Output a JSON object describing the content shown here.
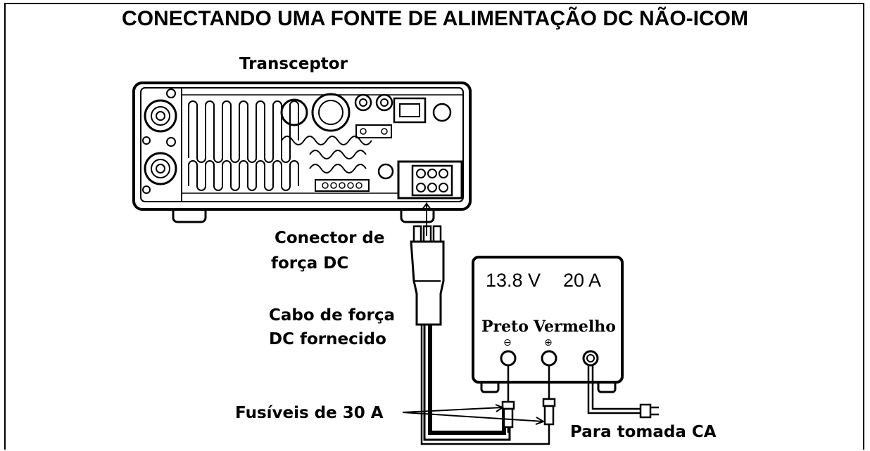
{
  "title": "CONECTANDO UMA FONTE DE ALIMENTAÇÃO DC NÃO-ICOM",
  "labels": {
    "transceiver": "Transceptor",
    "dc_connector_line1": "Conector de",
    "dc_connector_line2": "força DC",
    "cable_line1": "Cabo de força",
    "cable_line2": "DC fornecido",
    "fuses": "Fusíveis de 30 A",
    "ac_outlet": "Para tomada CA"
  },
  "power_supply": {
    "voltage": "13.8 V",
    "current": "20 A",
    "black_terminal": "Preto",
    "red_terminal": "Vermelho",
    "minus_symbol": "⊖",
    "plus_symbol": "⊕"
  }
}
